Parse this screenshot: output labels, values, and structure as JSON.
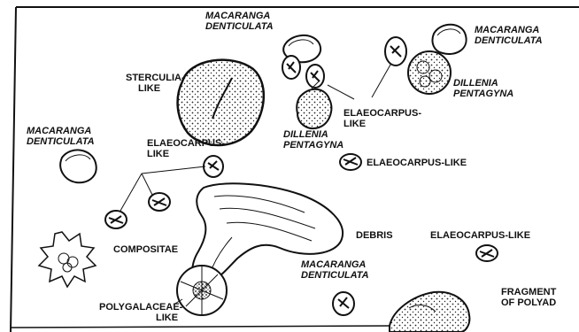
{
  "labels": {
    "macaranga_top_left": [
      "MACARANGA",
      "DENTICULATA"
    ],
    "macaranga_top_right": [
      "MACARANGA",
      "DENTICULATA"
    ],
    "sterculia": [
      "STERCULIA-",
      "LIKE"
    ],
    "dillenia_right": [
      "DILLENIA",
      "PENTAGYNA"
    ],
    "dillenia_center": [
      "DILLENIA",
      "PENTAGYNA"
    ],
    "elaeocarpus_right_group": [
      "ELAEOCARPUS-",
      "LIKE"
    ],
    "macaranga_left": [
      "MACARANGA",
      "DENTICULATA"
    ],
    "elaeocarpus_left_group": [
      "ELAEOCARPUS-",
      "LIKE"
    ],
    "elaeocarpus_center": "ELAEOCARPUS-LIKE",
    "debris": "DEBRIS",
    "elaeocarpus_far_right": "ELAEOCARPUS-LIKE",
    "compositae": "COMPOSITAE",
    "macaranga_bottom": [
      "MACARANGA",
      "DENTICULATA"
    ],
    "fragment": [
      "FRAGMENT",
      "OF POLYAD"
    ],
    "polygalaceae": [
      "POLYGALACEAE-",
      "LIKE"
    ]
  }
}
